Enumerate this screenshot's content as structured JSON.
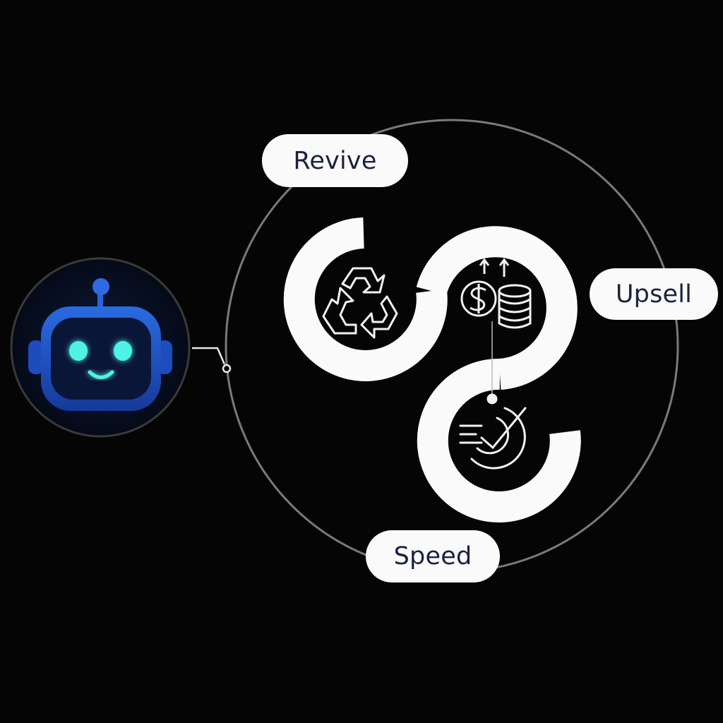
{
  "labels": {
    "revive": "Revive",
    "upsell": "Upsell",
    "speed": "Speed"
  },
  "icons": {
    "assistant": "robot-icon",
    "revive": "recycle-icon",
    "upsell": "dollar-coins-up-arrows-icon",
    "speed": "speed-check-icon"
  },
  "colors": {
    "background": "#050505",
    "ring": "#7a7a7a",
    "band": "#fafafa",
    "label_text": "#1b2140",
    "robot_body": "#1f55c8",
    "robot_glow": "#4ff2e6"
  }
}
